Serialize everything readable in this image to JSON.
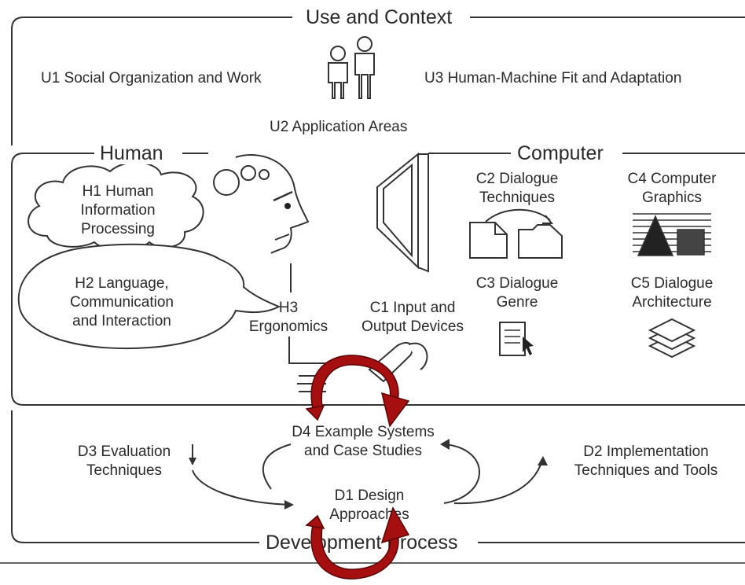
{
  "sections": {
    "use": "Use and Context",
    "human": "Human",
    "computer": "Computer",
    "development": "Development Process"
  },
  "use": {
    "u1": "U1 Social Organization and Work",
    "u2": "U2 Application Areas",
    "u3": "U3 Human-Machine Fit and Adaptation"
  },
  "human": {
    "h1": [
      "H1 Human",
      "Information",
      "Processing"
    ],
    "h2": [
      "H2 Language,",
      "Communication",
      "and Interaction"
    ],
    "h3": [
      "H3",
      "Ergonomics"
    ]
  },
  "computer": {
    "c1": [
      "C1 Input and",
      "Output Devices"
    ],
    "c2": [
      "C2 Dialogue",
      "Techniques"
    ],
    "c3": [
      "C3 Dialogue",
      "Genre"
    ],
    "c4": [
      "C4 Computer",
      "Graphics"
    ],
    "c5": [
      "C5 Dialogue",
      "Architecture"
    ]
  },
  "development": {
    "d1": [
      "D1 Design",
      "Approaches"
    ],
    "d2": [
      "D2 Implementation",
      "Techniques and Tools"
    ],
    "d3": [
      "D3 Evaluation",
      "Techniques"
    ],
    "d4": [
      "D4 Example Systems",
      "and Case Studies"
    ]
  },
  "colors": {
    "cycle_arrow": "#a50f0f",
    "line": "#333333"
  }
}
